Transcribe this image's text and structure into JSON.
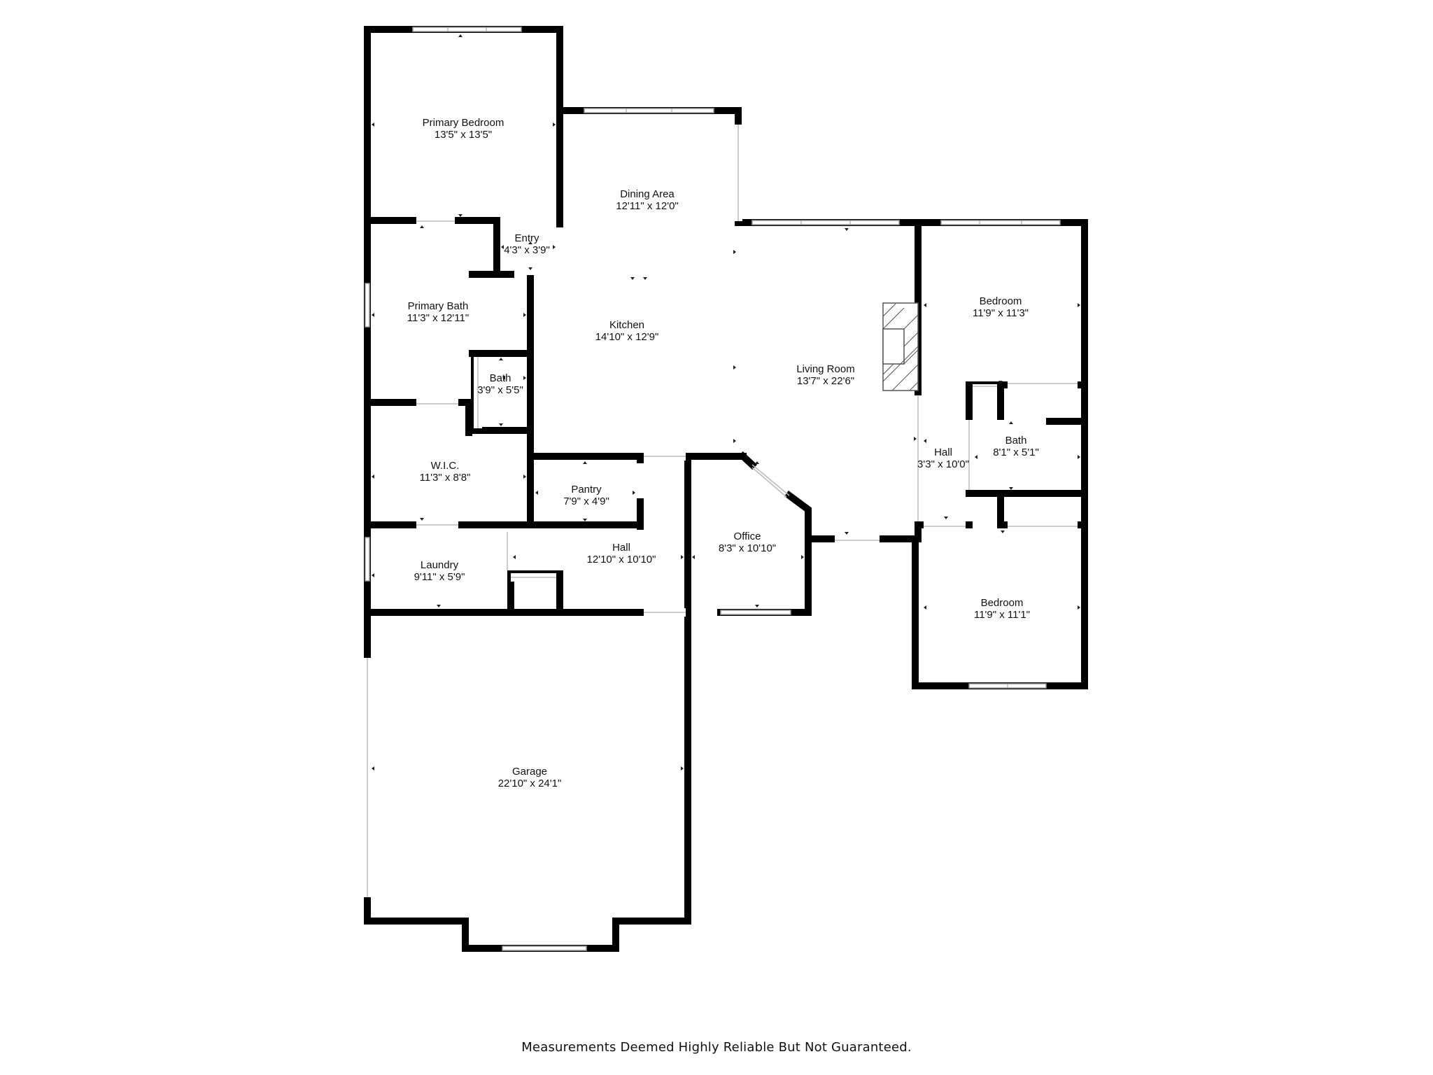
{
  "rooms": {
    "primary_bedroom": {
      "name": "Primary Bedroom",
      "dims": "13'5\" x 13'5\""
    },
    "dining_area": {
      "name": "Dining Area",
      "dims": "12'11\" x 12'0\""
    },
    "entry": {
      "name": "Entry",
      "dims": "4'3\" x 3'9\""
    },
    "primary_bath": {
      "name": "Primary Bath",
      "dims": "11'3\" x 12'11\""
    },
    "kitchen": {
      "name": "Kitchen",
      "dims": "14'10\" x 12'9\""
    },
    "bath_small": {
      "name": "Bath",
      "dims": "3'9\" x 5'5\""
    },
    "living_room": {
      "name": "Living Room",
      "dims": "13'7\" x 22'6\""
    },
    "bedroom_upper": {
      "name": "Bedroom",
      "dims": "11'9\" x 11'3\""
    },
    "bath_right": {
      "name": "Bath",
      "dims": "8'1\" x 5'1\""
    },
    "hall_right": {
      "name": "Hall",
      "dims": "3'3\" x 10'0\""
    },
    "wic": {
      "name": "W.I.C.",
      "dims": "11'3\" x 8'8\""
    },
    "pantry": {
      "name": "Pantry",
      "dims": "7'9\" x 4'9\""
    },
    "office": {
      "name": "Office",
      "dims": "8'3\" x 10'10\""
    },
    "hall_center": {
      "name": "Hall",
      "dims": "12'10\" x 10'10\""
    },
    "laundry": {
      "name": "Laundry",
      "dims": "9'11\" x 5'9\""
    },
    "bedroom_lower": {
      "name": "Bedroom",
      "dims": "11'9\" x 11'1\""
    },
    "garage": {
      "name": "Garage",
      "dims": "22'10\" x 24'1\""
    }
  },
  "disclaimer": "Measurements Deemed Highly Reliable But Not Guaranteed."
}
